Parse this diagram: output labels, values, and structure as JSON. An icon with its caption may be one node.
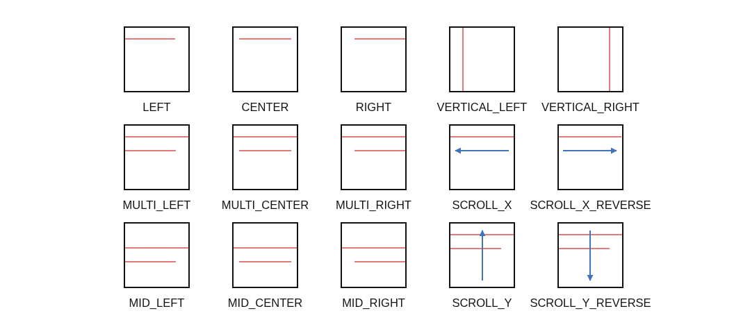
{
  "diagram": {
    "nodes": [
      {
        "text": [
          "LEFT"
        ]
      },
      {
        "text": [
          "CENTER"
        ]
      },
      {
        "text": [
          "RIGHT"
        ]
      },
      {
        "text": [
          "VERTICAL_LEFT"
        ]
      },
      {
        "text": [
          "VERTICAL_RIGHT"
        ]
      },
      {
        "text": [
          "MULTI_LEFT"
        ]
      },
      {
        "text": [
          "MULTI_CENTER"
        ]
      },
      {
        "text": [
          "MULTI_RIGHT"
        ]
      },
      {
        "text": [
          "SCROLL_X"
        ]
      },
      {
        "text": [
          "SCROLL_X_REVERSE"
        ]
      },
      {
        "text": [
          "MID_LEFT"
        ]
      },
      {
        "text": [
          "MID_CENTER"
        ]
      },
      {
        "text": [
          "MID_RIGHT"
        ]
      },
      {
        "text": [
          "SCROLL_Y"
        ]
      },
      {
        "text": [
          "SCROLL_Y_REVERSE"
        ]
      }
    ]
  }
}
